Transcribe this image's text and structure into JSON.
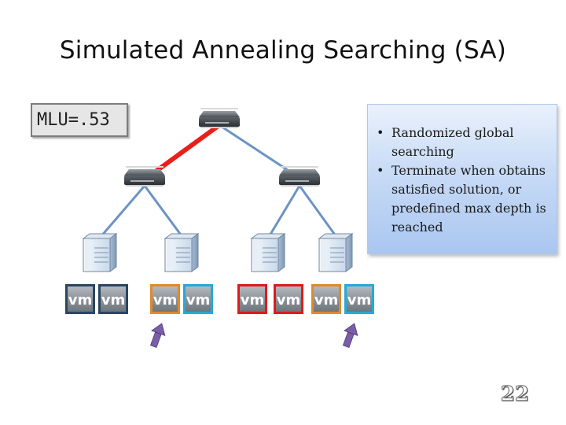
{
  "slide": {
    "title": "Simulated Annealing Searching (SA)",
    "page_number": "22"
  },
  "mlu_box": {
    "text": "MLU=.53"
  },
  "callout": {
    "bullets": [
      "Randomized global searching",
      "Terminate when obtains satisfied solution, or predefined max depth is reached"
    ],
    "bullet_char": "•"
  },
  "diagram": {
    "link_colors": {
      "normal": "#6b93c5",
      "highlight": "#e8201c"
    },
    "routers": [
      {
        "id": "router-root",
        "icon": "router-icon"
      },
      {
        "id": "router-left",
        "icon": "router-icon"
      },
      {
        "id": "router-right",
        "icon": "router-icon"
      }
    ],
    "servers": [
      {
        "id": "server-1",
        "icon": "server-icon"
      },
      {
        "id": "server-2",
        "icon": "server-icon"
      },
      {
        "id": "server-3",
        "icon": "server-icon"
      },
      {
        "id": "server-4",
        "icon": "server-icon"
      }
    ],
    "vm_label": "vm",
    "vms": [
      {
        "border": "#2a4660"
      },
      {
        "border": "#2a4660"
      },
      {
        "border": "#e08a2a"
      },
      {
        "border": "#27a9d6"
      },
      {
        "border": "#e01a1a"
      },
      {
        "border": "#e01a1a"
      },
      {
        "border": "#e08a2a"
      },
      {
        "border": "#27a9d6"
      }
    ],
    "arrows": [
      {
        "icon": "arrow-up-icon",
        "color": "#7b5ea7"
      },
      {
        "icon": "arrow-up-icon",
        "color": "#7b5ea7"
      }
    ]
  }
}
